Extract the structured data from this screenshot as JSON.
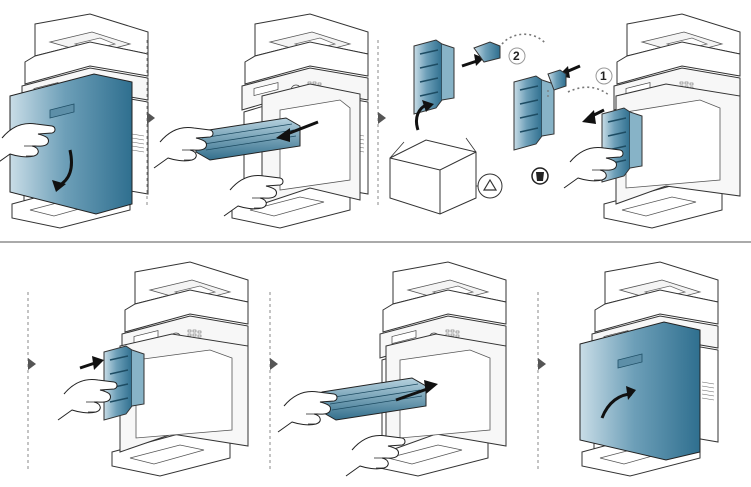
{
  "figure": {
    "step_labels": {
      "one": "1",
      "two": "2"
    },
    "icons": [
      "recycle-icon",
      "trash-icon",
      "step-arrow-icon",
      "curved-arrow-icon"
    ],
    "colors": {
      "accent": "#3d7c9a",
      "accent_light": "#9fc4d4",
      "outline": "#333333",
      "machine_fill": "#ffffff",
      "machine_shade": "#f2f2f2",
      "divider": "#555555",
      "dash": "#888888"
    },
    "panels": [
      {
        "id": "open-front-cover",
        "row": 1
      },
      {
        "id": "remove-imaging-unit",
        "row": 1
      },
      {
        "id": "replace-waste-toner-container",
        "row": 1
      },
      {
        "id": "remove-waste-toner-container",
        "row": 1
      },
      {
        "id": "insert-waste-toner-container",
        "row": 2
      },
      {
        "id": "insert-imaging-unit",
        "row": 2
      },
      {
        "id": "close-front-cover",
        "row": 2
      }
    ]
  }
}
